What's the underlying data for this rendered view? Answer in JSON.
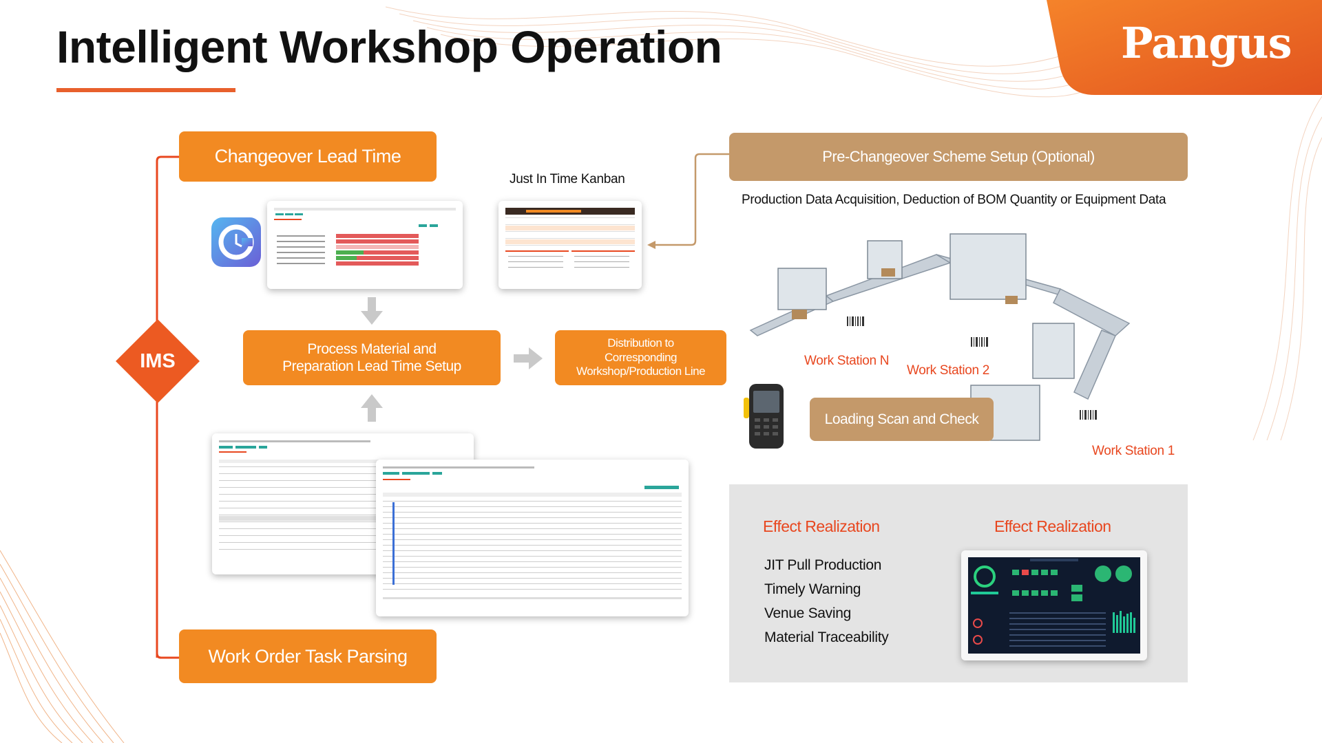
{
  "header": {
    "title": "Intelligent Workshop Operation",
    "logo_text": "Pangus"
  },
  "colors": {
    "orange": "#f28a22",
    "brand_orange": "#e8602c",
    "gold": "#c4996a",
    "red_text": "#e8471f",
    "panel_gray": "#e4e4e4"
  },
  "flow": {
    "hub_label": "IMS",
    "changeover_lead_time": "Changeover Lead Time",
    "process_setup": "Process Material and\nPreparation Lead Time Setup",
    "distribution": "Distribution to\nCorresponding\nWorkshop/Production Line",
    "work_order_parsing": "Work Order Task Parsing",
    "jit_kanban_title": "Just In Time Kanban"
  },
  "right": {
    "pre_changeover": "Pre-Changeover Scheme Setup (Optional)",
    "caption": "Production Data Acquisition, Deduction of BOM Quantity or Equipment Data",
    "stations": {
      "n": "Work Station N",
      "two": "Work Station 2",
      "one": "Work Station 1"
    },
    "loading_scan": "Loading Scan and Check"
  },
  "effect": {
    "title_left": "Effect Realization",
    "title_right": "Effect Realization",
    "items": [
      "JIT Pull Production",
      "Timely Warning",
      "Venue Saving",
      "Material Traceability"
    ]
  },
  "icons": {
    "app_icon": "clock-app-icon",
    "scanner": "handheld-scanner-icon",
    "barcode": "barcode-icon"
  }
}
